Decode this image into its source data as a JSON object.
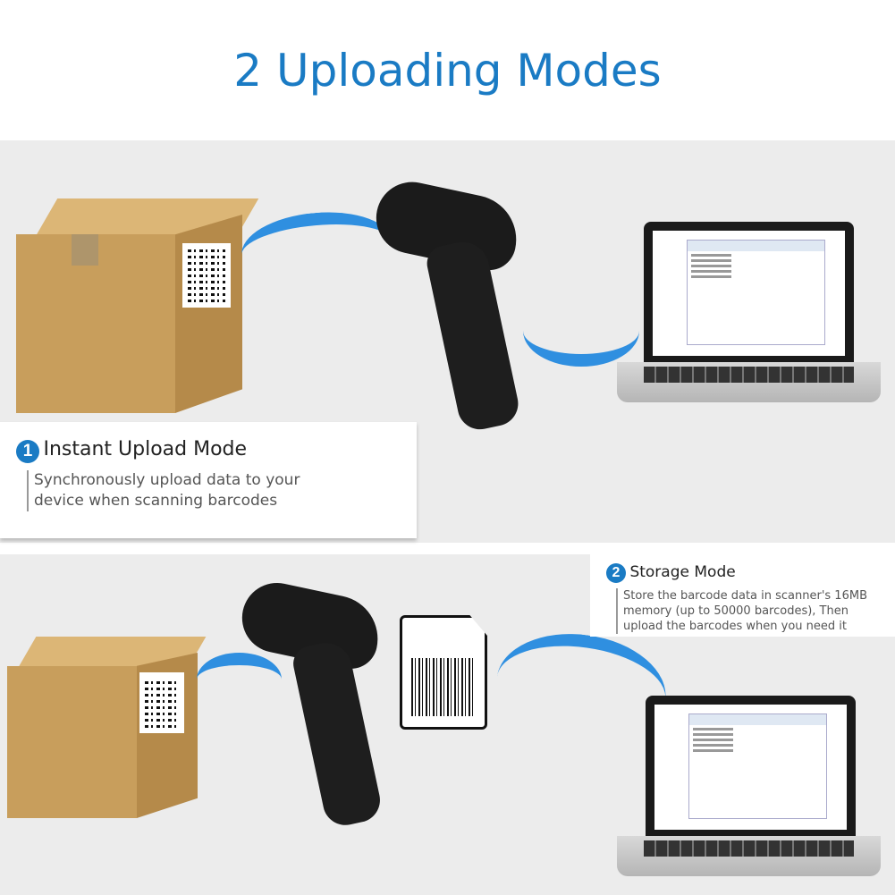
{
  "title": "2 Uploading Modes",
  "colors": {
    "accent": "#1a7bc4",
    "arrow": "#2f8fe0",
    "panel": "#ececec"
  },
  "modes": [
    {
      "number": "1",
      "heading": "Instant Upload Mode",
      "description_lines": [
        "Synchronously upload data to your",
        "device when scanning barcodes"
      ]
    },
    {
      "number": "2",
      "heading": "Storage Mode",
      "description_lines": [
        "Store the barcode data in scanner's 16MB",
        "memory (up to 50000 barcodes), Then",
        "upload the barcodes when you need it"
      ]
    }
  ]
}
